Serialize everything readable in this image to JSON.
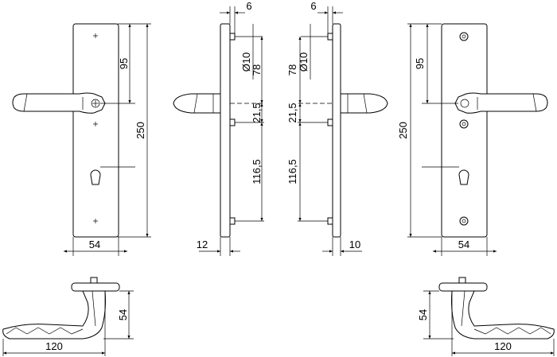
{
  "views": {
    "front_left": {
      "dim_width": "54",
      "dim_upper": "95",
      "dim_total": "250"
    },
    "side_left": {
      "dim_top_pin": "6",
      "dim_diameter": "Ø10",
      "dim_upper": "78",
      "dim_middle": "21,5",
      "dim_lower": "116,5",
      "dim_thickness": "12"
    },
    "side_right": {
      "dim_top_pin": "6",
      "dim_diameter": "Ø10",
      "dim_upper": "78",
      "dim_middle": "21,5",
      "dim_lower": "116,5",
      "dim_thickness": "10"
    },
    "front_right": {
      "dim_width": "54",
      "dim_upper": "95",
      "dim_total": "250"
    },
    "handle_left": {
      "dim_height": "54",
      "dim_length": "120"
    },
    "handle_right": {
      "dim_height": "54",
      "dim_length": "120"
    }
  },
  "colors": {
    "line": "#000000",
    "background": "#ffffff"
  }
}
